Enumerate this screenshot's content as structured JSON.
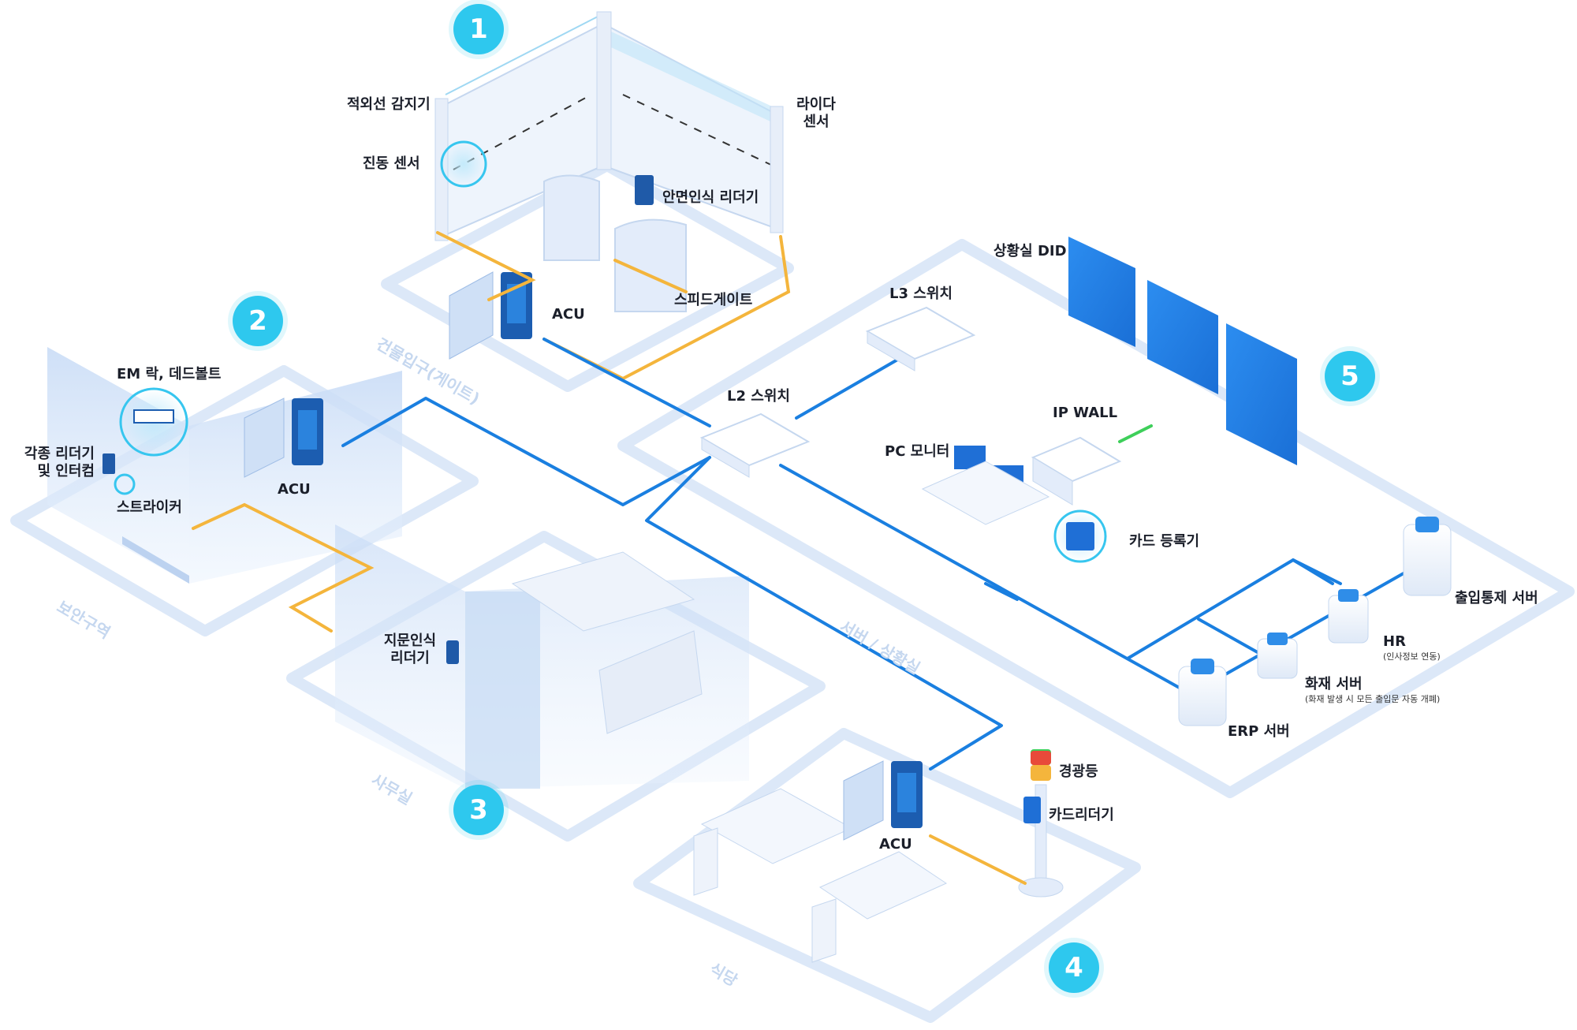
{
  "zones": {
    "z1": "건물입구(게이트)",
    "z2": "보안구역",
    "z3": "사무실",
    "z4": "식당",
    "z5": "서버 / 상황실"
  },
  "numbers": [
    "1",
    "2",
    "3",
    "4",
    "5"
  ],
  "labels": {
    "infrared": "적외선 감지기",
    "vibration": "진동 센서",
    "lidar_1": "라이다",
    "lidar_2": "센서",
    "face_reader": "안면인식 리더기",
    "acu_gate": "ACU",
    "speedgate": "스피드게이트",
    "em_lock": "EM 락, 데드볼트",
    "readers_1": "각종 리더기",
    "readers_2": "및 인터컴",
    "striker": "스트라이커",
    "acu_secure": "ACU",
    "finger_1": "지문인식",
    "finger_2": "리더기",
    "l3": "L3 스위치",
    "l2": "L2 스위치",
    "did": "상황실 DID",
    "ipwall": "IP WALL",
    "pc_monitor": "PC 모니터",
    "card_reg": "카드 등록기",
    "acs_server": "출입통제 서버",
    "hr": "HR",
    "hr_note": "(인사정보 연동)",
    "fire": "화재 서버",
    "fire_note": "(화재 발생 시 모든 출입문 자동 개폐)",
    "erp": "ERP 서버",
    "warning_light": "경광등",
    "card_reader": "카드리더기",
    "acu_cafe": "ACU"
  },
  "colors": {
    "network": "#1a7fe0",
    "wiring": "#f4b53c",
    "ipwall_link": "#3ecf5a",
    "zone_border": "#dce8f8",
    "badge": "#2ec8ee",
    "screen": "#2f8de8"
  }
}
